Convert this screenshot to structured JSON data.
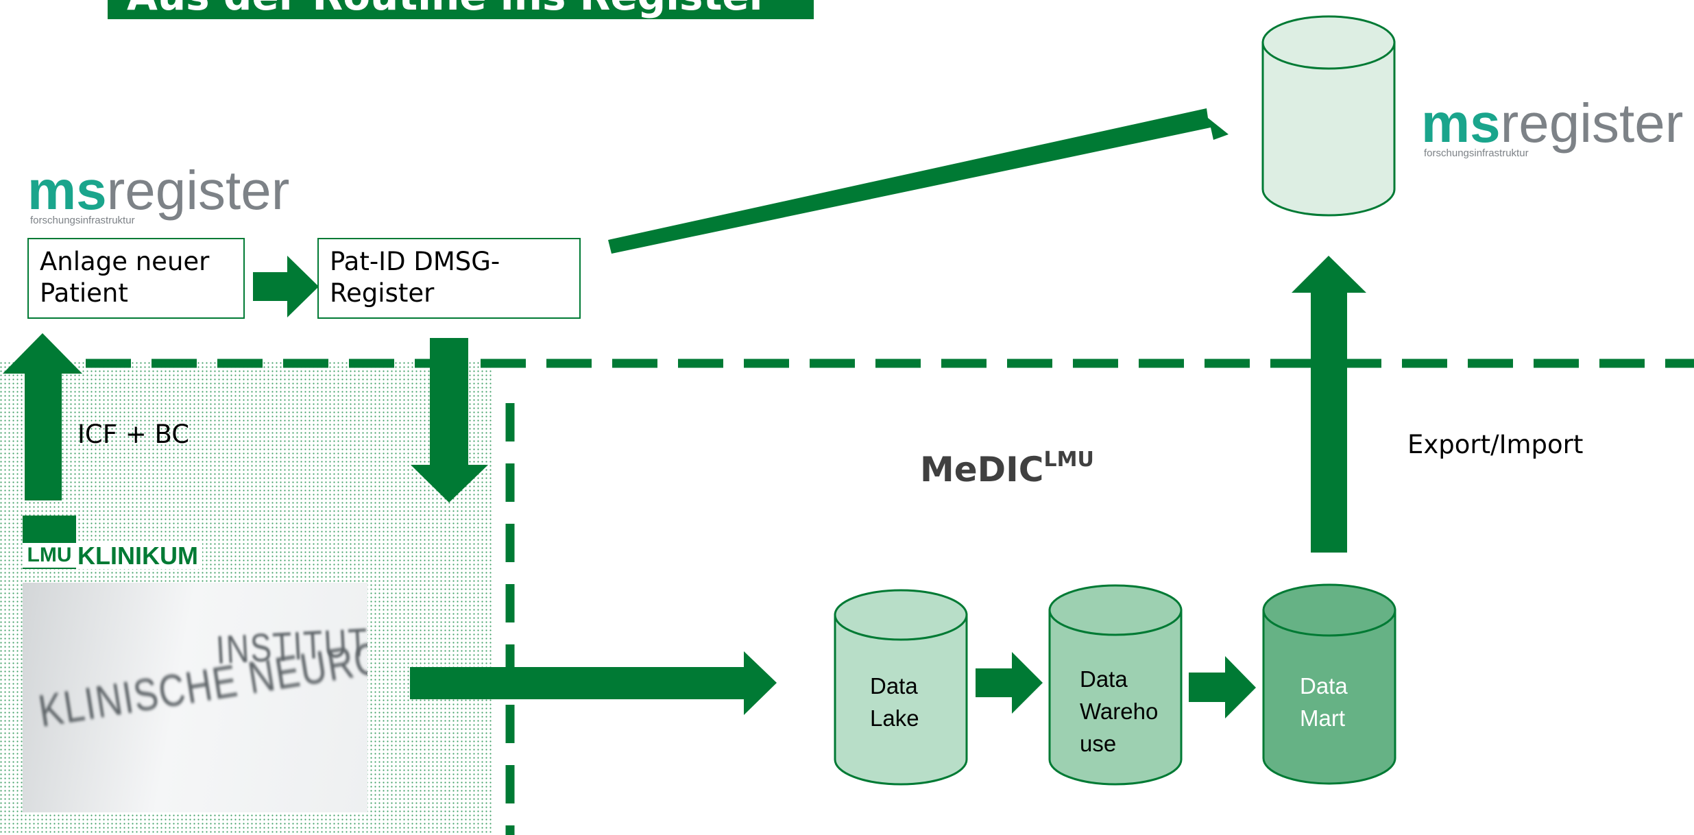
{
  "title": "Aus der Routine ins Register",
  "logos": {
    "msregister_left": {
      "ms": "ms",
      "register": "register",
      "tagline": "forschungsinfrastruktur"
    },
    "msregister_right": {
      "ms": "ms",
      "register": "register",
      "tagline": "forschungsinfrastruktur"
    },
    "lmu_klinikum": {
      "lmu": "LMU",
      "klinikum": "KLINIKUM"
    }
  },
  "boxes": {
    "new_patient": "Anlage neuer Patient",
    "pat_id": "Pat-ID DMSG-Register"
  },
  "labels": {
    "consent": "ICF + BC",
    "medic": "MeDIC",
    "medic_sup": "LMU",
    "export_import": "Export/Import"
  },
  "photo": {
    "line1": "INSTITUT FÜR",
    "line2": "KLINISCHE NEUROIMMUNOLOGIE"
  },
  "databases": {
    "data_lake": [
      "Data",
      "Lake"
    ],
    "data_warehouse": [
      "Data",
      "Wareho",
      "use"
    ],
    "data_mart": [
      "Data",
      "Mart"
    ]
  },
  "colors": {
    "primary_green": "#007a34",
    "ms_teal": "#1aa58c",
    "register_gray": "#7d8287",
    "cyl_lake": "#b8dec8",
    "cyl_warehouse": "#9dd0b1",
    "cyl_mart": "#66b285",
    "cyl_top_register": "#ddeee3"
  }
}
